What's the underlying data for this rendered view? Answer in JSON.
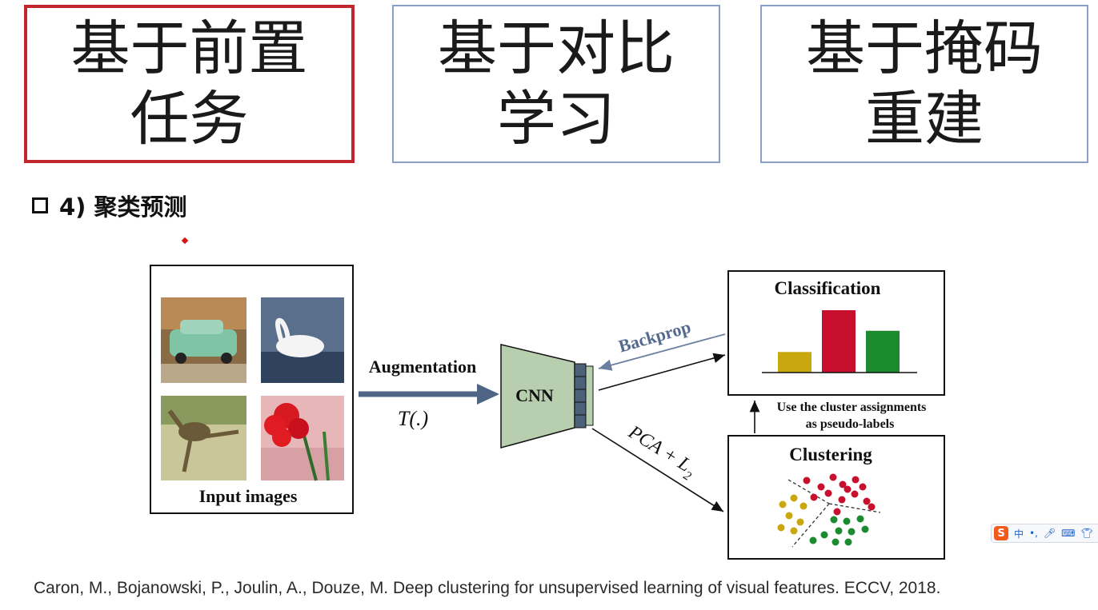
{
  "categories": [
    {
      "line1": "基于前置",
      "line2": "任务"
    },
    {
      "line1": "基于对比",
      "line2": "学习"
    },
    {
      "line1": "基于掩码",
      "line2": "重建"
    }
  ],
  "section": {
    "heading": "4) 聚类预测"
  },
  "diagram": {
    "input_label": "Input images",
    "input_images": [
      "car-photo",
      "swan-photo",
      "kangaroo-photo",
      "red-flower-photo"
    ],
    "augmentation_label": "Augmentation",
    "transform_label": "T(.)",
    "cnn_label": "CNN",
    "backprop_label": "Backprop",
    "pca_label": "PCA + L",
    "pca_subscript": "2",
    "classification_title": "Classification",
    "classification_bars": [
      {
        "value": 0.33,
        "color": "#c9a70f"
      },
      {
        "value": 1.0,
        "color": "#c8102e"
      },
      {
        "value": 0.67,
        "color": "#1c8a2f"
      }
    ],
    "pseudo_label_line1": "Use the cluster assignments",
    "pseudo_label_line2": "as pseudo-labels",
    "clustering_title": "Clustering",
    "cluster_colors": {
      "red": "#c8102e",
      "yellow": "#c9a70f",
      "green": "#1c8a2f"
    }
  },
  "ime_toolbar": {
    "logo": "S",
    "mode": "中",
    "items": [
      "•,",
      "mic-icon",
      "keyboard-icon",
      "shirt-icon"
    ]
  },
  "citation": "Caron, M., Bojanowski, P., Joulin, A., Douze, M. Deep clustering for unsupervised learning of visual features. ECCV, 2018."
}
